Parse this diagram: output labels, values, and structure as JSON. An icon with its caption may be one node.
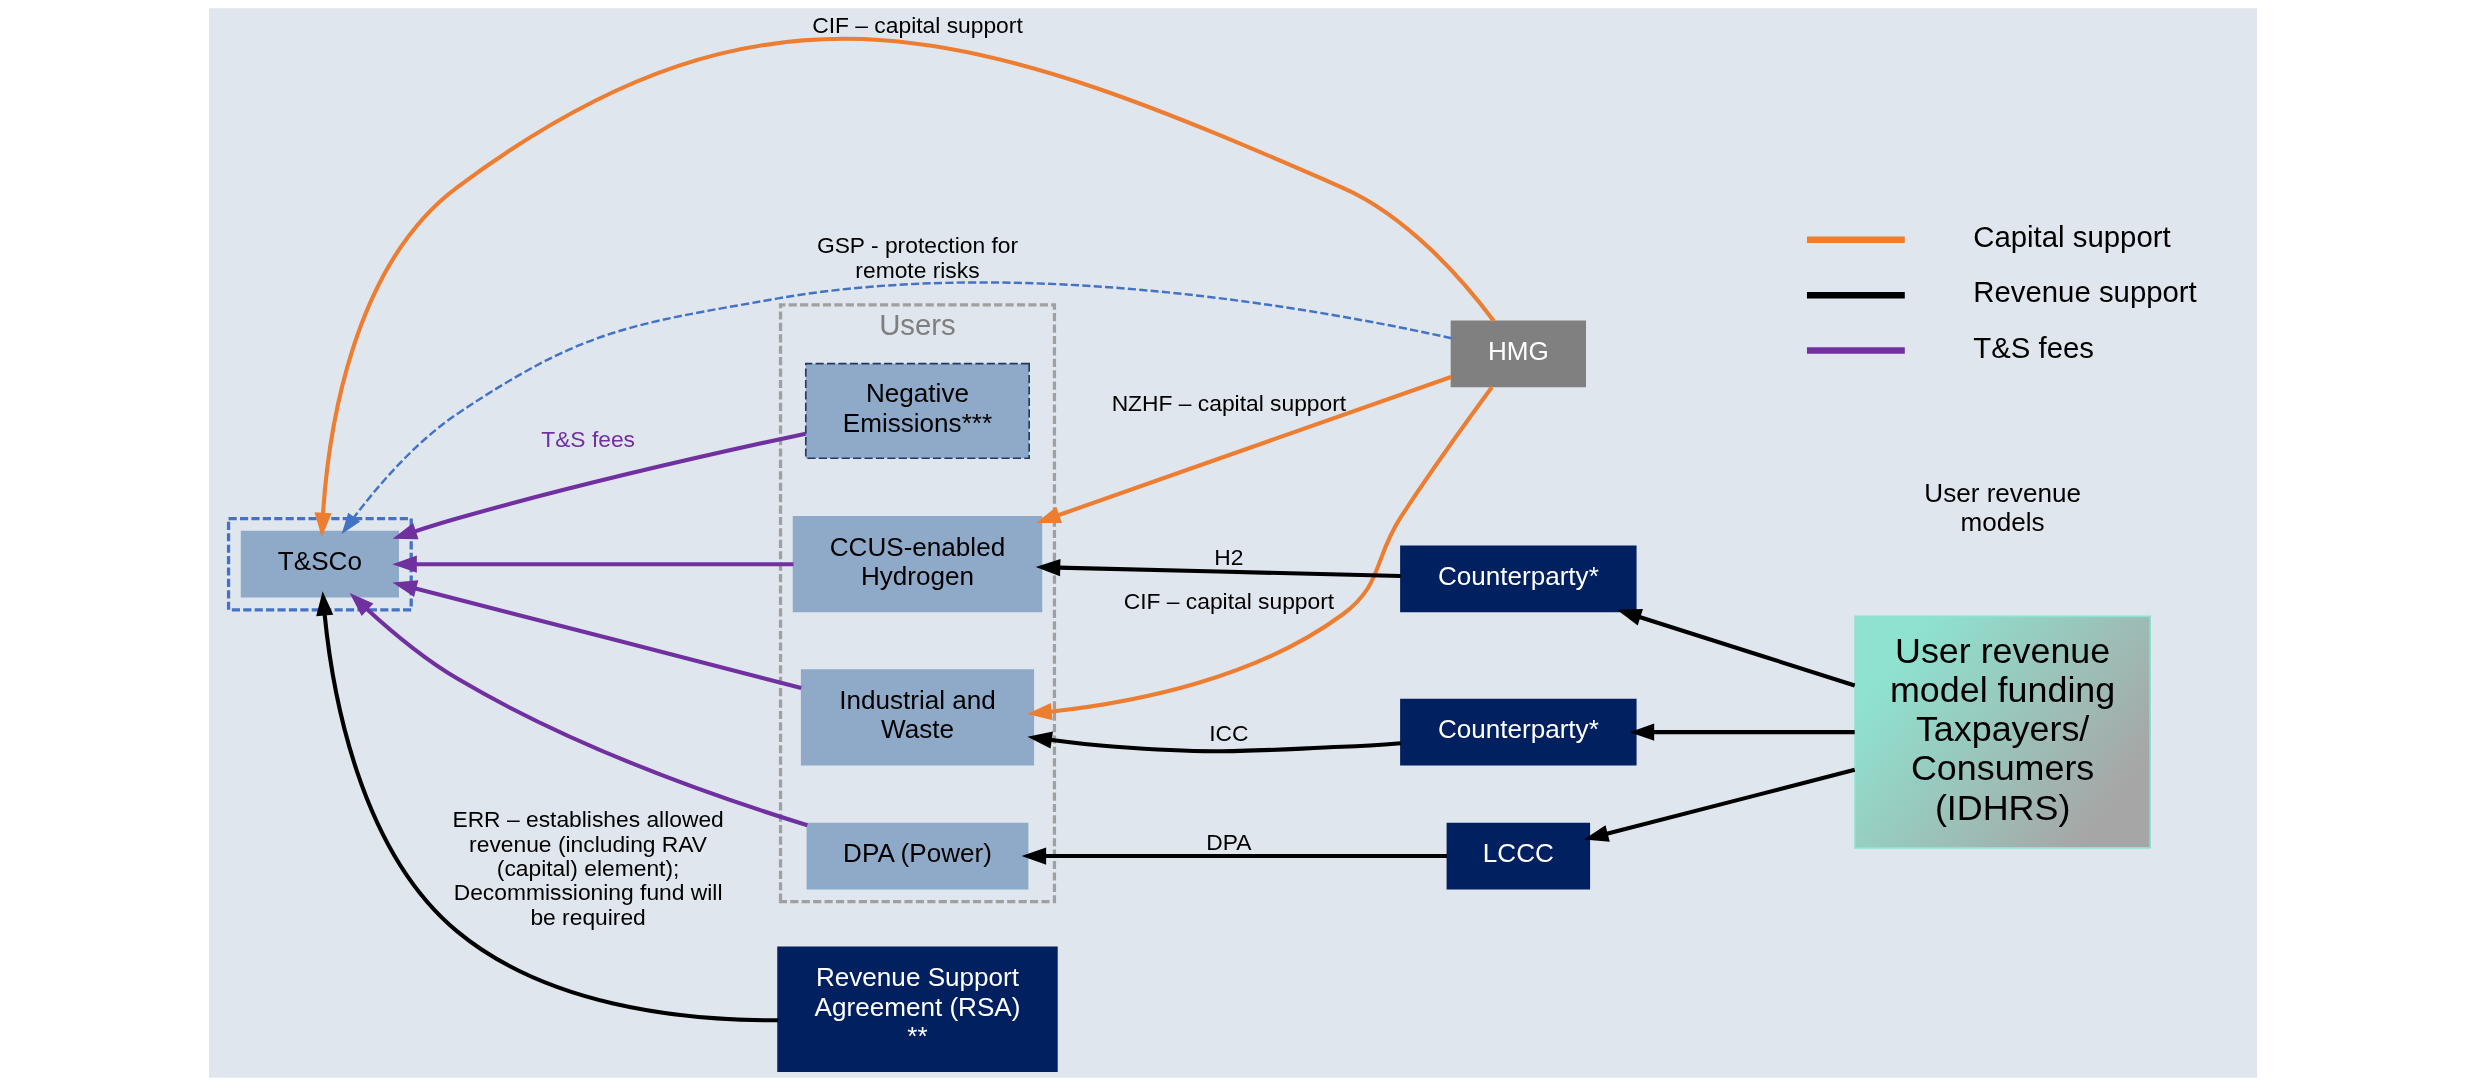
{
  "diagram": {
    "nodes": [
      {
        "text": [
          "HMG"
        ]
      },
      {
        "text": [
          "Users"
        ]
      },
      {
        "text": [
          "Industrial and Waste"
        ],
        "in": 1
      },
      {
        "text": [
          "CCUS-enabled Hydrogen"
        ],
        "in": 1
      },
      {
        "text": [
          "DPA (Power)"
        ],
        "in": 1
      },
      {
        "text": [
          "Negative Emissions***"
        ],
        "in": 1
      },
      {
        "text": [
          "Counterparty*"
        ]
      },
      {
        "text": [
          "Counterparty*"
        ]
      },
      {
        "text": [
          "LCCC"
        ]
      },
      {
        "text": [
          "User revenue model funding",
          "Taxpayers/ Consumers (IDHRS)"
        ]
      },
      {
        "text": [],
        "shape": "box"
      },
      {
        "text": [
          "T&SCo"
        ],
        "in": 10
      },
      {
        "text": [
          "Revenue Support Agreement (RSA) **"
        ]
      }
    ],
    "edges": [
      {
        "from": 0,
        "to": 2,
        "arrow": "to",
        "label": "CIF – capital support",
        "color": "#ed7d31"
      },
      {
        "from": 0,
        "to": 3,
        "arrow": "to",
        "label": "NZHF – capital support",
        "color": "#ed7d31"
      },
      {
        "from": 0,
        "to": 11,
        "arrow": "to",
        "label": "CIF – capital support",
        "color": "#ed7d31"
      },
      {
        "from": 0,
        "to": 11,
        "arrow": "to",
        "label": "GSP - protection for remote risks",
        "style": "dashed",
        "color": "#4472c4"
      },
      {
        "from": 2,
        "to": 11,
        "arrow": "to",
        "color": "#7030a0"
      },
      {
        "from": 3,
        "to": 11,
        "arrow": "to",
        "color": "#7030a0"
      },
      {
        "from": 4,
        "to": 11,
        "arrow": "to",
        "color": "#7030a0"
      },
      {
        "from": 5,
        "to": 11,
        "arrow": "to",
        "label": "T&S fees",
        "color": "#7030a0"
      },
      {
        "from": 6,
        "to": 2,
        "arrow": "to",
        "label": "ICC"
      },
      {
        "from": 7,
        "to": 3,
        "arrow": "to",
        "label": "H2"
      },
      {
        "from": 8,
        "to": 4,
        "arrow": "to",
        "label": "DPA"
      },
      {
        "from": 9,
        "to": 6,
        "arrow": "to"
      },
      {
        "from": 9,
        "to": 7,
        "arrow": "to"
      },
      {
        "from": 9,
        "to": 8,
        "arrow": "to"
      },
      {
        "from": 12,
        "to": 11,
        "arrow": "to",
        "label": "ERR – establishes allowed revenue (including RAV (capital) element); Decommissioning fund will be required"
      }
    ],
    "labels": [
      "User revenue models"
    ],
    "legend": [
      {
        "text": "Capital support"
      },
      {
        "text": "Revenue support"
      },
      {
        "text": "T&S fees"
      }
    ]
  }
}
